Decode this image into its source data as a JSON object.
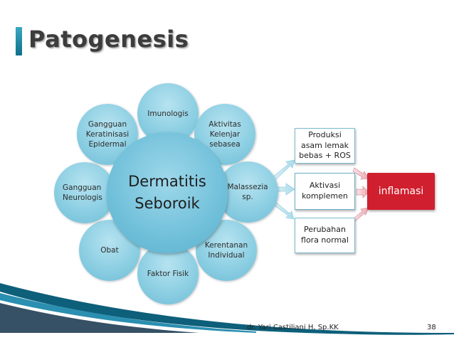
{
  "slide": {
    "title": "Patogenesis",
    "center_label_line1": "Dermatitis",
    "center_label_line2": "Seboroik",
    "petals": [
      {
        "lines": [
          "Imunologis"
        ]
      },
      {
        "lines": [
          "Aktivitas",
          "Kelenjar",
          "sebasea"
        ]
      },
      {
        "lines": [
          "Malassezia",
          "sp."
        ]
      },
      {
        "lines": [
          "Kerentanan",
          "Individual"
        ]
      },
      {
        "lines": [
          "Faktor Fisik"
        ]
      },
      {
        "lines": [
          "Obat"
        ]
      },
      {
        "lines": [
          "Gangguan",
          "Neurologis"
        ]
      },
      {
        "lines": [
          "Gangguan",
          "Keratinisasi",
          "Epidermal"
        ]
      }
    ],
    "boxes": [
      {
        "lines": [
          "Produksi",
          "asam lemak",
          "bebas + ROS"
        ]
      },
      {
        "lines": [
          "Aktivasi",
          "komplemen"
        ]
      },
      {
        "lines": [
          "Perubahan",
          "flora normal"
        ]
      }
    ],
    "result_label": "inflamasi",
    "footer_author": "dr. Yari Castiliani H, Sp.KK",
    "page_number": "38"
  },
  "colors": {
    "petal": "#8dcfe3",
    "center": "#71c0da",
    "result": "#d01f2e",
    "accent_bar": "#1f8aa6"
  }
}
